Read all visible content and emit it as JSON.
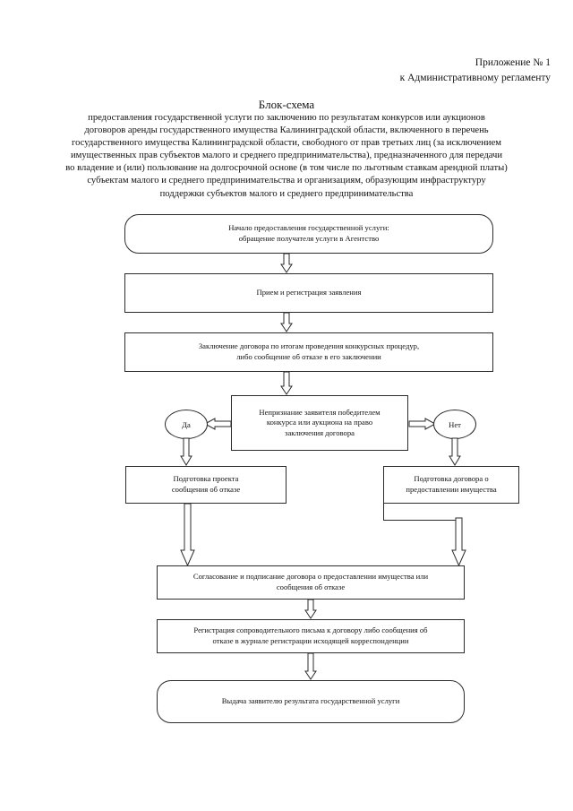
{
  "header": {
    "appendix_line1": "Приложение № 1",
    "appendix_line2": "к Административному регламенту"
  },
  "title": {
    "heading": "Блок-схема",
    "lines": [
      "предоставления государственной услуги по заключению по результатам конкурсов или аукционов",
      "договоров аренды государственного имущества Калининградской области, включенного в перечень",
      "государственного имущества Калининградской области, свободного от прав третьих лиц (за исключением",
      "имущественных прав субъектов малого и среднего предпринимательства), предназначенного для передачи",
      "во владение и (или) пользование на долгосрочной основе (в том числе по льготным ставкам арендной платы)",
      "субъектам малого и среднего предпринимательства и организациям, образующим инфраструктуру",
      "поддержки субъектов малого и среднего предпринимательства"
    ]
  },
  "flowchart": {
    "start": {
      "line1": "Начало предоставления государственной услуги:",
      "line2": "обращение получателя услуги в Агентство"
    },
    "registration": {
      "line1": "Прием и регистрация заявления"
    },
    "contract": {
      "line1": "Заключение договора по итогам проведения конкурсных процедур,",
      "line2": "либо сообщение об отказе в его заключении"
    },
    "decision": {
      "line1": "Непризнание заявителя победителем",
      "line2": "конкурса или аукциона на право",
      "line3": "заключения договора"
    },
    "branch_yes_label": "Да",
    "branch_no_label": "Нет",
    "refusal_draft": {
      "line1": "Подготовка проекта",
      "line2": "сообщения об отказе"
    },
    "contract_draft": {
      "line1": "Подготовка договора о",
      "line2": "предоставлении имущества"
    },
    "approval": {
      "line1": "Согласование и подписание договора о предоставлении имущества  или",
      "line2": "сообщения об отказе"
    },
    "journal": {
      "line1": "Регистрация сопроводительного письма к договору либо сообщения об",
      "line2": "отказе в журнале регистрации исходящей корреспонденции"
    },
    "end": {
      "line1": "Выдача заявителю результата государственной услуги"
    }
  },
  "colors": {
    "ink": "#2b2b2b",
    "paper": "#ffffff"
  }
}
